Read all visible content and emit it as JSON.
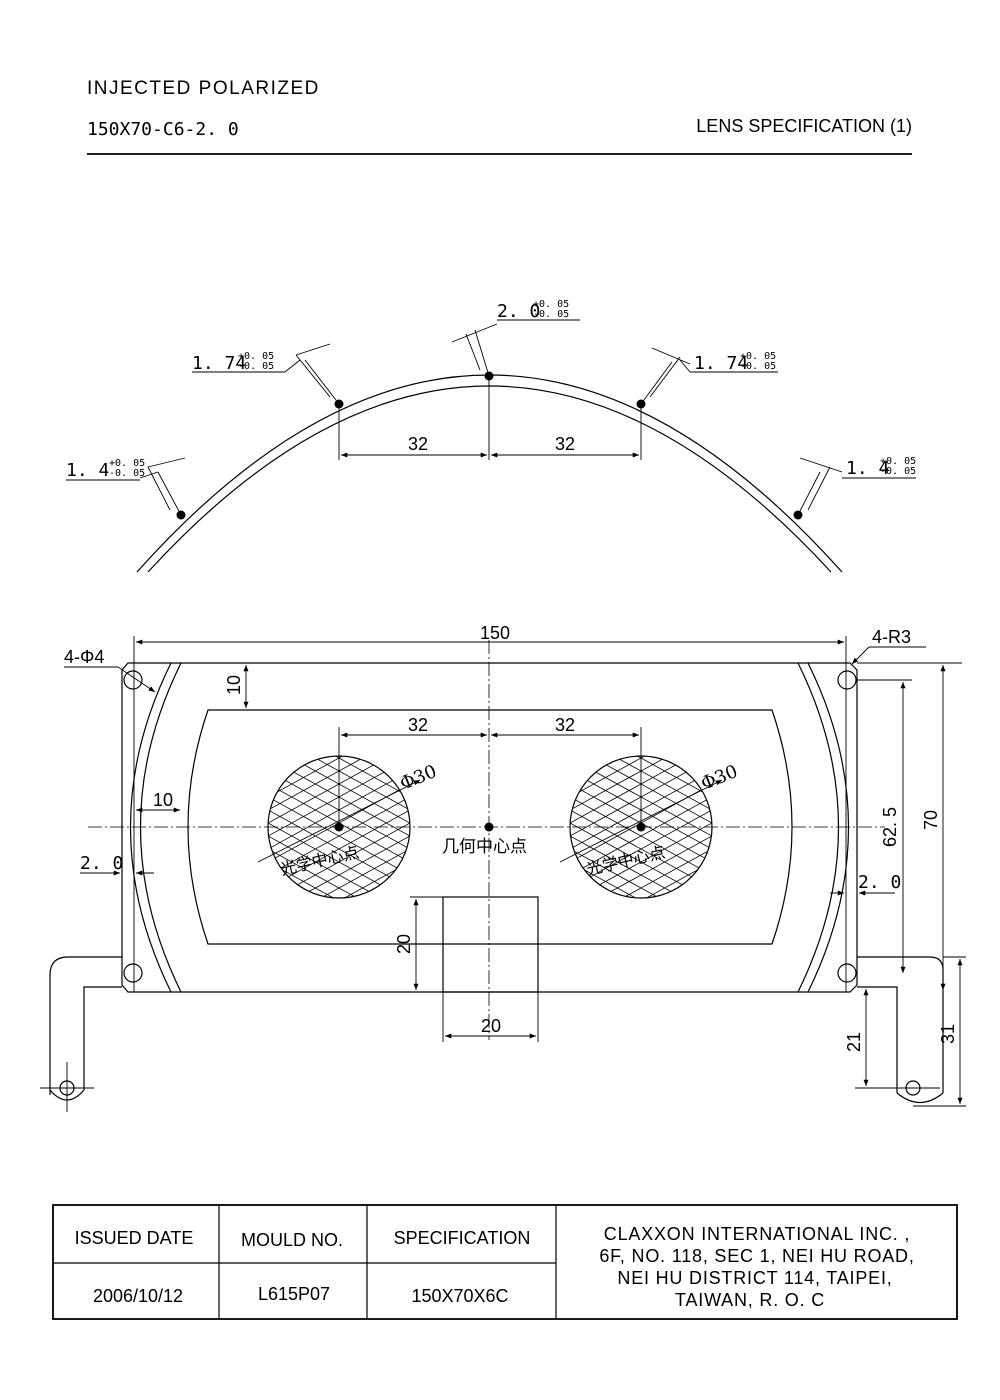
{
  "header": {
    "title": "INJECTED POLARIZED",
    "model": "150X70-C6-2. 0",
    "sheet": "LENS SPECIFICATION (1)"
  },
  "arc_view": {
    "dims": {
      "left_spacing": "32",
      "right_spacing": "32"
    },
    "thickness": [
      {
        "base": "1. 4",
        "upper": "+0. 05",
        "lower": "-0. 05"
      },
      {
        "base": "1. 74",
        "upper": "+0. 05",
        "lower": "-0. 05"
      },
      {
        "base": "2. 0",
        "upper": "+0. 05",
        "lower": "-0. 05"
      },
      {
        "base": "1. 74",
        "upper": "+0. 05",
        "lower": "-0. 05"
      },
      {
        "base": "1. 4",
        "upper": "+0. 05",
        "lower": "-0. 05"
      }
    ]
  },
  "plan_view": {
    "width": "150",
    "corner_radius": "4-R3",
    "holes": "4-Φ4",
    "top_offset": "10",
    "left_offset": "10",
    "left_spacing": "32",
    "right_spacing": "32",
    "lens_diameter_left": "Φ30",
    "lens_diameter_right": "Φ30",
    "optical_center_left": "光学中心点",
    "optical_center_right": "光学中心点",
    "geometric_center": "几何中心点",
    "left_wall": "2. 0",
    "right_wall": "2. 0",
    "tab_height": "20",
    "tab_width": "20",
    "inner_height": "62. 5",
    "total_height": "70",
    "arm_right_a": "21",
    "arm_right_b": "31"
  },
  "title_block": {
    "headers": [
      "ISSUED DATE",
      "MOULD NO.",
      "SPECIFICATION"
    ],
    "values": [
      "2006/10/12",
      "L615P07",
      "150X70X6C"
    ],
    "company": [
      "CLAXXON INTERNATIONAL INC. ,",
      "6F, NO. 118, SEC 1,  NEI HU ROAD,",
      "NEI HU DISTRICT 114, TAIPEI,",
      "TAIWAN, R. O. C"
    ]
  }
}
